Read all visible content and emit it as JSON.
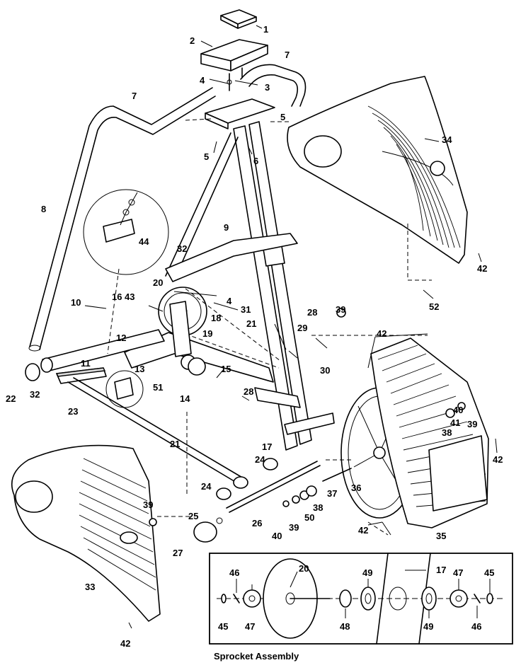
{
  "diagram": {
    "caption": "Sprocket Assembly",
    "callouts": {
      "c1": "1",
      "c2": "2",
      "c3": "3",
      "c4a": "4",
      "c4b": "4",
      "c5a": "5",
      "c5b": "5",
      "c6": "6",
      "c7a": "7",
      "c7b": "7",
      "c8": "8",
      "c9": "9",
      "c10": "10",
      "c11": "11",
      "c12": "12",
      "c13": "13",
      "c14": "14",
      "c15": "15",
      "c16": "16",
      "c17": "17",
      "c18": "18",
      "c19": "19",
      "c20": "20",
      "c21a": "21",
      "c21b": "21",
      "c22": "22",
      "c23": "23",
      "c24a": "24",
      "c24b": "24",
      "c25": "25",
      "c26": "26",
      "c27": "27",
      "c28a": "28",
      "c28b": "28",
      "c29": "29",
      "c30": "30",
      "c31": "31",
      "c32a": "32",
      "c32b": "32",
      "c33": "33",
      "c34": "34",
      "c35": "35",
      "c36": "36",
      "c37": "37",
      "c38a": "38",
      "c38b": "38",
      "c39a": "39",
      "c39b": "39",
      "c39c": "39",
      "c39d": "39",
      "c40a": "40",
      "c40b": "40",
      "c41": "41",
      "c42a": "42",
      "c42b": "42",
      "c42c": "42",
      "c42d": "42",
      "c42e": "42",
      "c43": "43",
      "c44": "44",
      "c50": "50",
      "c51": "51",
      "c52": "52"
    },
    "inset_callouts": {
      "i46a": "46",
      "i45a": "45",
      "i47a": "47",
      "i20": "20",
      "i48": "48",
      "i49a": "49",
      "i17": "17",
      "i49b": "49",
      "i47b": "47",
      "i46b": "46",
      "i45b": "45"
    }
  }
}
